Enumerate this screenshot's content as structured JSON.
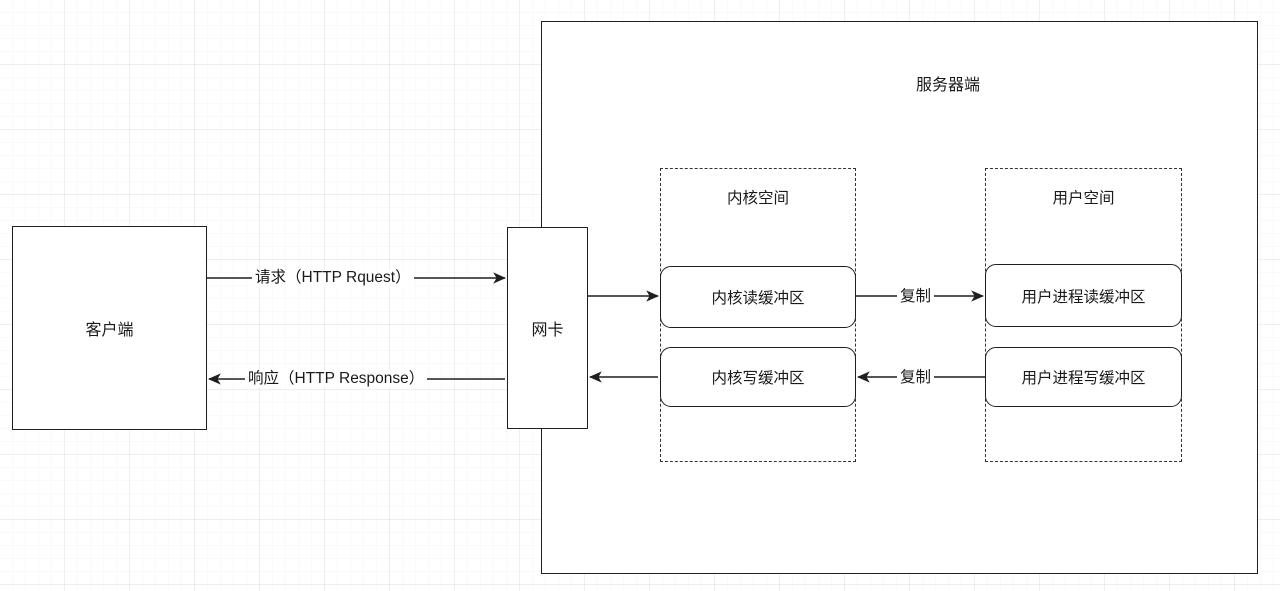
{
  "diagram": {
    "title_visible": false,
    "type": "network-io-flow-diagram",
    "colors": {
      "stroke": "#1f1f1f",
      "dashed_stroke": "#333333",
      "background": "#ffffff",
      "grid": "#e8e8e8",
      "text": "#1a1a1a"
    }
  },
  "client": {
    "label": "客户端"
  },
  "nic": {
    "label": "网卡"
  },
  "server": {
    "label": "服务器端"
  },
  "kernel_space": {
    "label": "内核空间",
    "read_buffer": "内核读缓冲区",
    "write_buffer": "内核写缓冲区"
  },
  "user_space": {
    "label": "用户空间",
    "read_buffer": "用户进程读缓冲区",
    "write_buffer": "用户进程写缓冲区"
  },
  "edges": {
    "request": "请求（HTTP Rquest）",
    "response": "响应（HTTP Response）",
    "copy_to_user": "复制",
    "copy_to_kernel": "复制"
  }
}
